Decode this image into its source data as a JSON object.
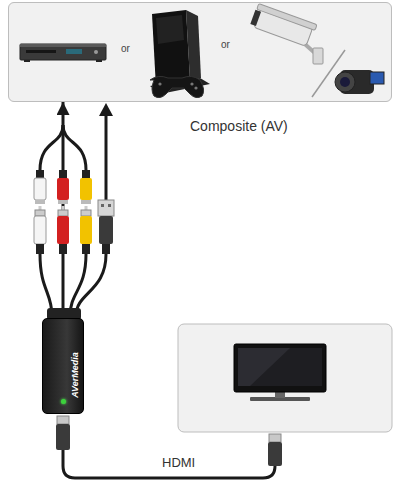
{
  "diagram": {
    "nodes": [
      {
        "text": [
          "or",
          "or"
        ]
      },
      {
        "text": [
          "AVerMedia"
        ]
      }
    ],
    "edges": [
      {
        "from": 1,
        "to": 0,
        "arrow": "to"
      }
    ],
    "labels": [
      "Composite (AV)",
      "HDMI"
    ]
  }
}
